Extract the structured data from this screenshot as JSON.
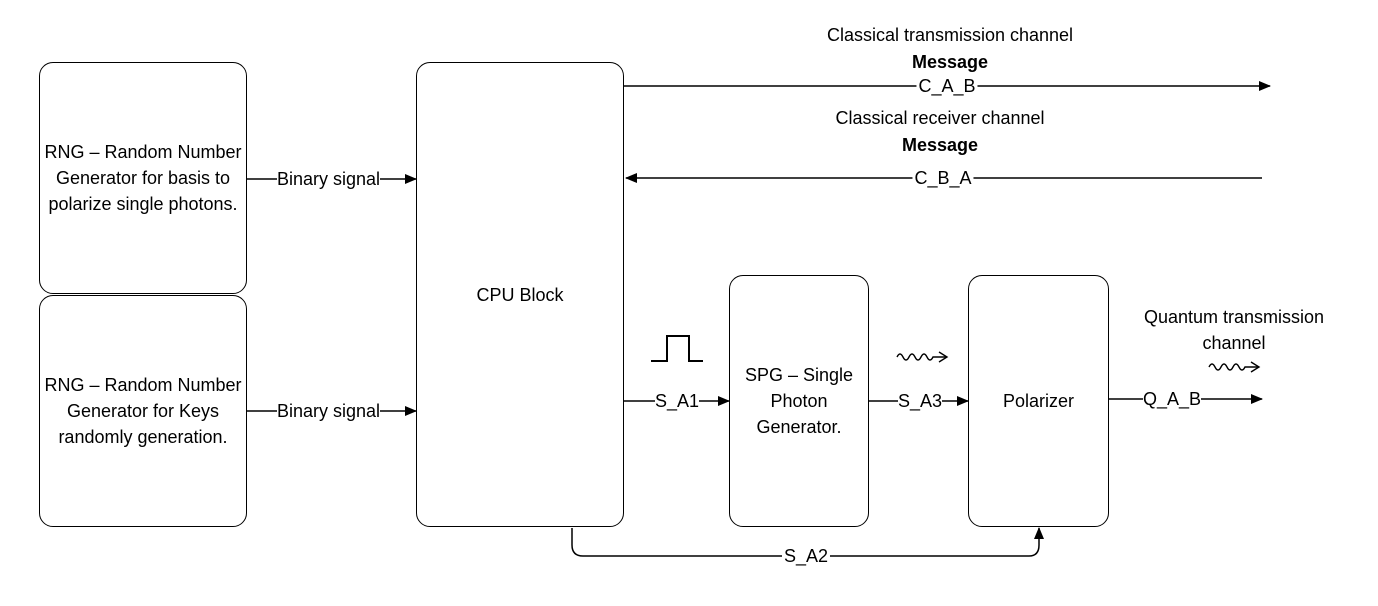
{
  "blocks": {
    "rng_basis": "RNG – Random Number Generator for basis to polarize single photons.",
    "rng_keys": "RNG – Random Number Generator for Keys randomly generation.",
    "cpu": "CPU Block",
    "spg": "SPG – Single Photon Generator.",
    "polarizer": "Polarizer"
  },
  "signals": {
    "binary_signal_1": "Binary signal",
    "binary_signal_2": "Binary signal",
    "s_a1": "S_A1",
    "s_a2": "S_A2",
    "s_a3": "S_A3",
    "q_a_b": "Q_A_B",
    "c_a_b": "C_A_B",
    "c_b_a": "C_B_A"
  },
  "channels": {
    "classical_tx_title": "Classical transmission channel",
    "classical_tx_message": "Message",
    "classical_rx_title": "Classical receiver channel",
    "classical_rx_message": "Message",
    "quantum_tx_title": "Quantum transmission channel"
  },
  "icons": [
    "pulse-icon",
    "photon-wave-icon",
    "photon-wave-icon"
  ]
}
